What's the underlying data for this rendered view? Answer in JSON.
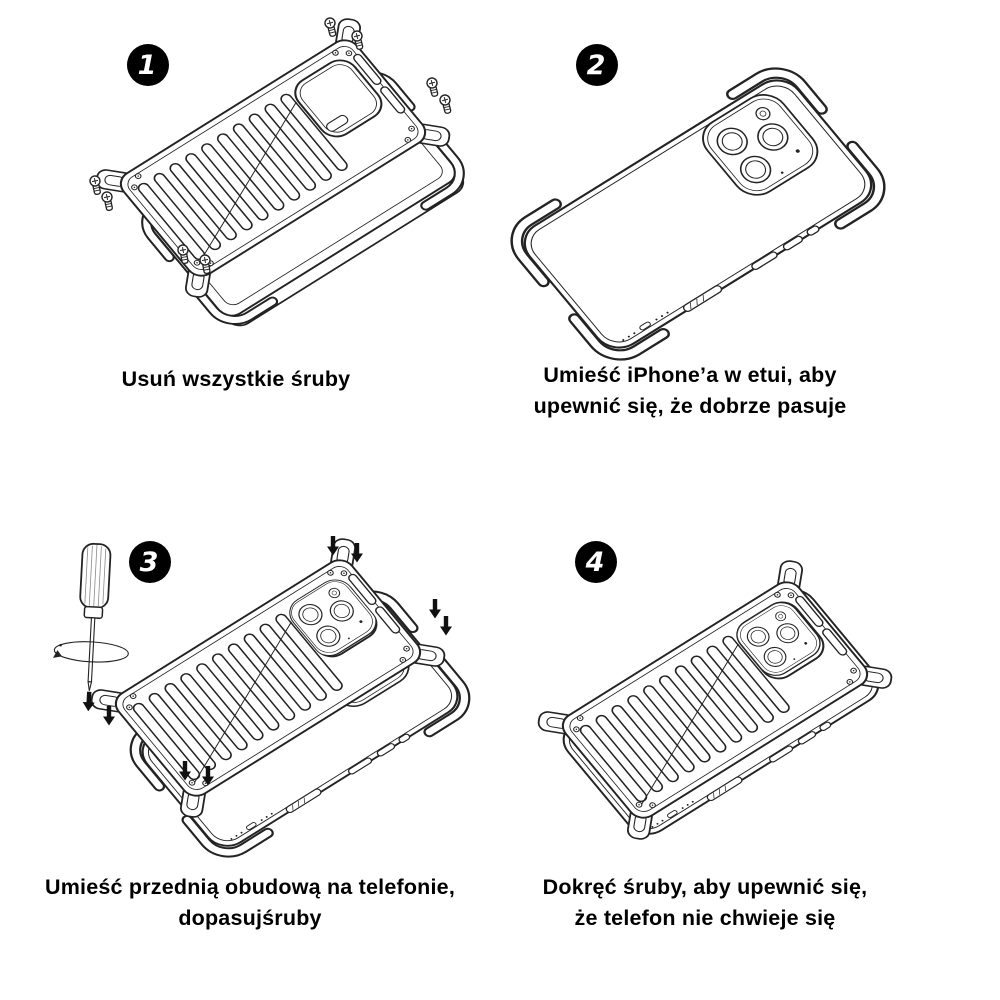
{
  "meta": {
    "background": "#ffffff",
    "line_color": "#232323",
    "text_color": "#000000",
    "badge_bg": "#000000",
    "badge_fg": "#ffffff",
    "language": "Polish",
    "document_kind": "phone-case-installation-instructions"
  },
  "steps": [
    {
      "number": "1",
      "caption_line1": "Usuń wszystkie śruby",
      "caption_line2": "",
      "illustration": "exploded-ribbed-case-with-loose-screws"
    },
    {
      "number": "2",
      "caption_line1": "Umieść iPhone’a w etui, aby",
      "caption_line2": "upewnić się, że dobrze pasuje",
      "illustration": "iphone-back-in-bumper-case"
    },
    {
      "number": "3",
      "caption_line1": "Umieść przednią obudową na telefonie,",
      "caption_line2": "dopasujśruby",
      "illustration": "front-frame-over-phone-with-screwdriver-and-arrows"
    },
    {
      "number": "4",
      "caption_line1": "Dokręć śruby, aby upewnić się,",
      "caption_line2": "że telefon nie chwieje się",
      "illustration": "fully-assembled-ribbed-case"
    }
  ]
}
